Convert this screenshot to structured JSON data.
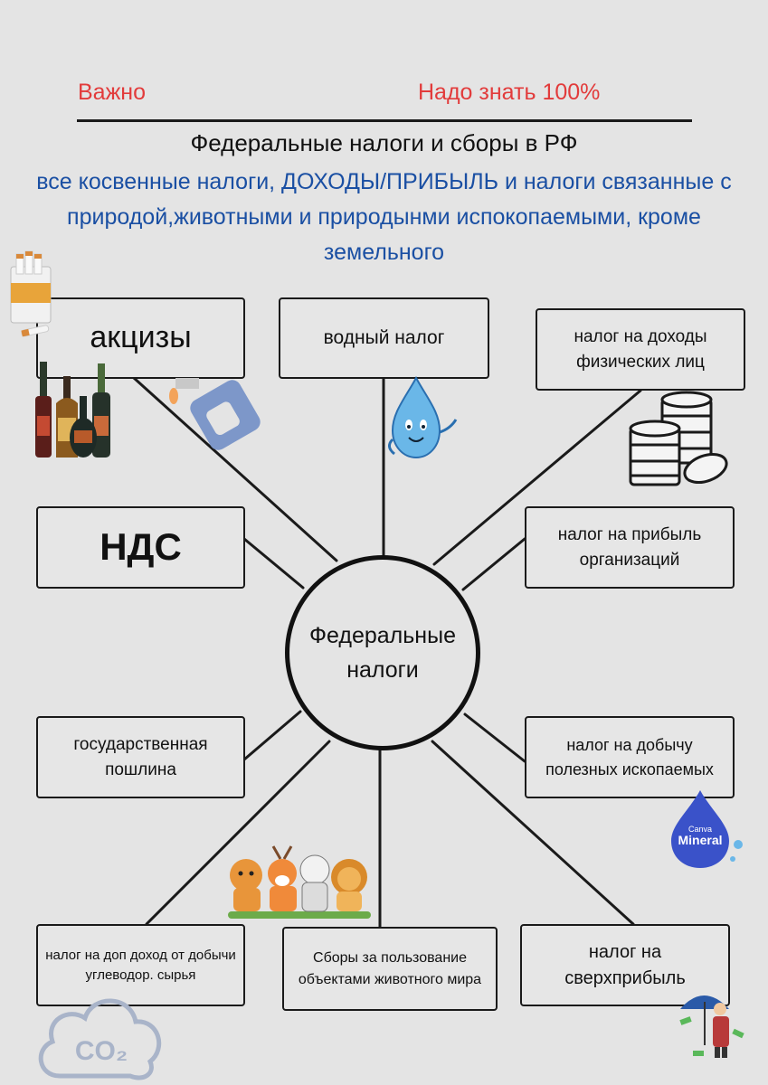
{
  "header": {
    "important": "Важно",
    "must_know": "Надо знать 100%"
  },
  "title": "Федеральные налоги и сборы в РФ",
  "subtitle": "все косвенные налоги, ДОХОДЫ/ПРИБЫЛЬ и  налоги связанные с природой,животными и природынми испокопаемыми, кроме земельного",
  "center": {
    "label": "Федеральные налоги"
  },
  "boxes": {
    "excise": "акцизы",
    "water": "водный налог",
    "ndfl": "налог на доходы физических лиц",
    "vat": "НДС",
    "profit": "налог на прибыль организаций",
    "duty": "государственная пошлина",
    "mining": "налог на добычу полезных ископаемых",
    "extra_income": "налог на доп доход от добычи углеводор. сырья",
    "wildlife": "Сборы за пользование объектами животного мира",
    "windfall": "налог на сверхприбыль"
  },
  "stickers": {
    "co2": "CO₂",
    "mineral": "Mineral",
    "canva": "Canva"
  },
  "colors": {
    "accent_red": "#e23b3b",
    "subtitle_blue": "#1a4fa3",
    "line": "#1a1a1a",
    "background": "#e4e4e4"
  }
}
